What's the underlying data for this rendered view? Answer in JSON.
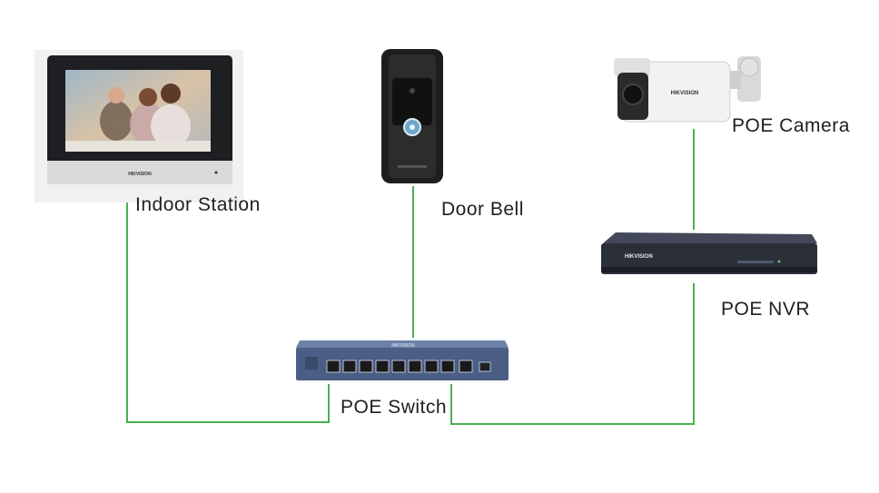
{
  "labels": {
    "indoor_station": "Indoor Station",
    "door_bell": "Door Bell",
    "poe_camera": "POE Camera",
    "poe_nvr": "POE NVR",
    "poe_switch": "POE Switch"
  },
  "logos": {
    "indoor_station": "HIKVISION",
    "camera": "HIKVISION",
    "nvr": "HIKVISION",
    "switch": "HIKVISION"
  },
  "colors": {
    "wire": "#4caf50",
    "switch_body": "#4a5e86",
    "nvr_body": "#2b2f3a",
    "doorbell_body": "#1e1e1e",
    "camera_body": "#f2f2f2"
  },
  "devices": {
    "indoor_station": "indoor-station-icon",
    "door_bell": "door-bell-icon",
    "poe_camera": "bullet-camera-icon",
    "poe_nvr": "nvr-icon",
    "poe_switch": "poe-switch-icon"
  }
}
